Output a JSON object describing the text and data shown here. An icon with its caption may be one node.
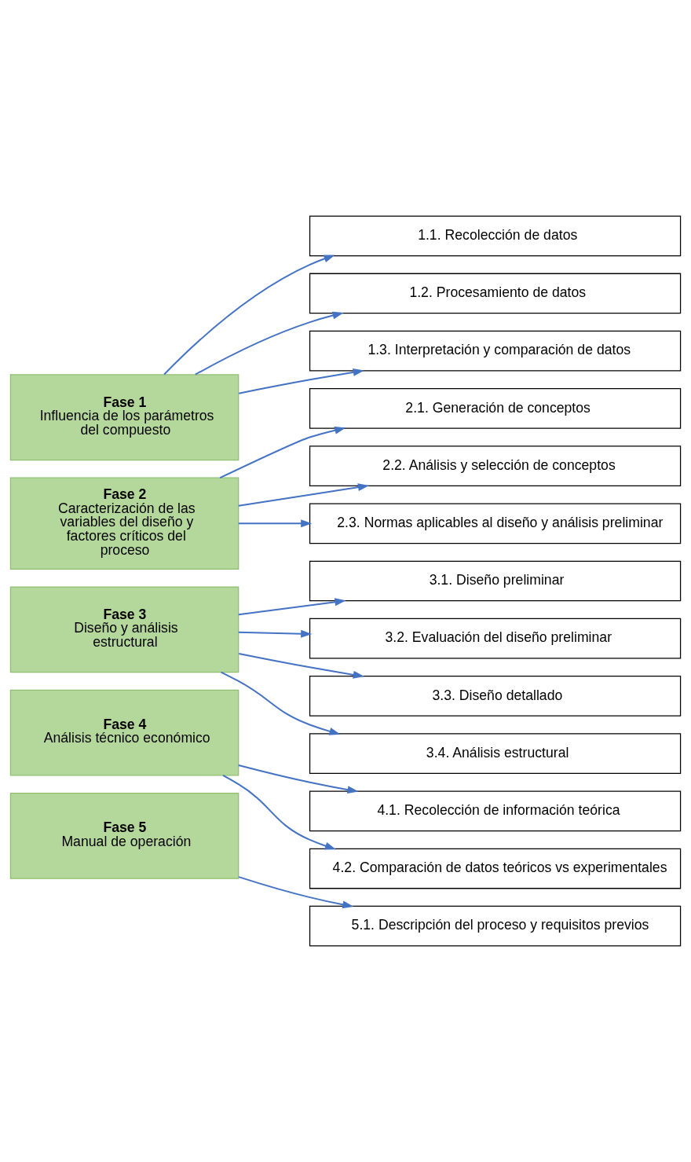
{
  "diagram": {
    "nodes": [
      {
        "text": [
          "Fase 1",
          "Influencia de los parámetros del compuesto"
        ]
      },
      {
        "text": [
          "1.1. Recolección de datos"
        ]
      },
      {
        "text": [
          "1.2. Procesamiento de datos"
        ]
      },
      {
        "text": [
          "1.3. Interpretación y comparación de datos"
        ]
      },
      {
        "text": [
          "Fase 2",
          "Caracterización de las variables del diseño y factores críticos del proceso"
        ]
      },
      {
        "text": [
          "2.1. Generación de conceptos"
        ]
      },
      {
        "text": [
          "2.2. Análisis y selección de conceptos"
        ]
      },
      {
        "text": [
          "2.3. Normas aplicables al diseño y análisis preliminar"
        ]
      },
      {
        "text": [
          "Fase 3",
          "Diseño y análisis estructural"
        ]
      },
      {
        "text": [
          "3.1. Diseño preliminar"
        ]
      },
      {
        "text": [
          "3.2. Evaluación del diseño preliminar"
        ]
      },
      {
        "text": [
          "3.3. Diseño detallado"
        ]
      },
      {
        "text": [
          "3.4. Análisis estructural"
        ]
      },
      {
        "text": [
          "Fase 4",
          "Análisis técnico económico"
        ]
      },
      {
        "text": [
          "4.1. Recolección de información teórica"
        ]
      },
      {
        "text": [
          "4.2. Comparación de datos teóricos vs experimentales"
        ]
      },
      {
        "text": [
          "Fase 5",
          "Manual de operación"
        ]
      },
      {
        "text": [
          "5.1. Descripción del proceso y requisitos previos"
        ]
      }
    ],
    "edges": [
      {
        "from": 0,
        "to": 1,
        "arrow": "to"
      },
      {
        "from": 0,
        "to": 2,
        "arrow": "to"
      },
      {
        "from": 0,
        "to": 3,
        "arrow": "to"
      },
      {
        "from": 4,
        "to": 5,
        "arrow": "to"
      },
      {
        "from": 4,
        "to": 6,
        "arrow": "to"
      },
      {
        "from": 4,
        "to": 7,
        "arrow": "to"
      },
      {
        "from": 8,
        "to": 9,
        "arrow": "to"
      },
      {
        "from": 8,
        "to": 10,
        "arrow": "to"
      },
      {
        "from": 8,
        "to": 11,
        "arrow": "to"
      },
      {
        "from": 8,
        "to": 12,
        "arrow": "to"
      },
      {
        "from": 13,
        "to": 14,
        "arrow": "to"
      },
      {
        "from": 13,
        "to": 15,
        "arrow": "to"
      },
      {
        "from": 16,
        "to": 17,
        "arrow": "to"
      }
    ]
  }
}
